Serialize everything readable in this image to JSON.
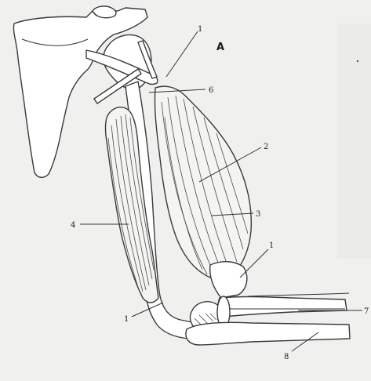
{
  "panel_letter": "A",
  "labels": {
    "l1_top": "1",
    "l1_mid": "1",
    "l1_bottom": "1",
    "l2": "2",
    "l3": "3",
    "l4": "4",
    "l6": "6",
    "l7": "7",
    "l8": "8"
  }
}
